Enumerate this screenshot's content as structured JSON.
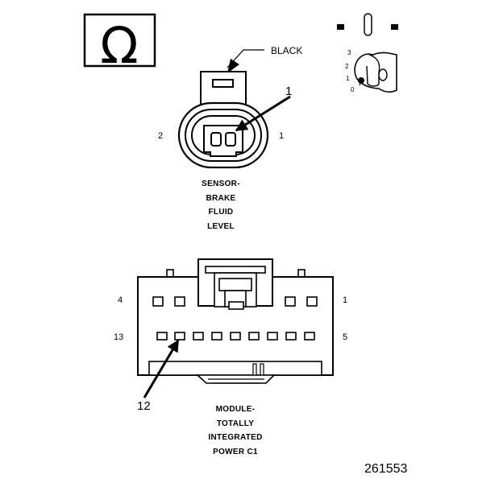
{
  "symbol": {
    "glyph": "Ω",
    "name": "ohm-symbol"
  },
  "sensor": {
    "color_callout": "BLACK",
    "pin_left": "2",
    "pin_right": "1",
    "callout_number": "1",
    "caption_lines": [
      "SENSOR-",
      "BRAKE",
      "FLUID",
      "LEVEL"
    ]
  },
  "key_detail": {
    "positions": [
      "3",
      "2",
      "1",
      "0"
    ]
  },
  "module": {
    "row1_left": "4",
    "row1_right": "1",
    "row2_left": "13",
    "row2_right": "5",
    "callout_number": "12",
    "caption_lines": [
      "MODULE-",
      "TOTALLY",
      "INTEGRATED",
      "POWER C1"
    ]
  },
  "figure_number": "261553"
}
